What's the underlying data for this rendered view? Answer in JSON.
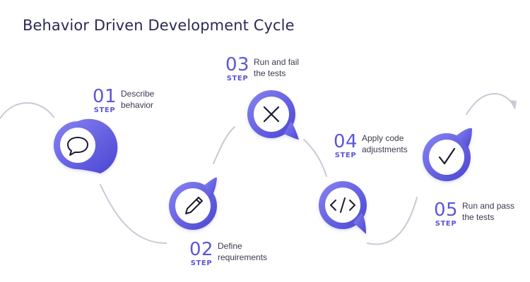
{
  "title": "Behavior Driven Development Cycle",
  "colors": {
    "accent": "#5b57d6",
    "pin_start": "#7b78f0",
    "pin_end": "#4f49d6",
    "path": "#c9c9d6",
    "text_dark": "#2c2a54"
  },
  "steps": [
    {
      "number": "01",
      "step_word": "STEP",
      "text_line1": "Describe",
      "text_line2": "behavior",
      "icon": "speech-bubble-icon"
    },
    {
      "number": "02",
      "step_word": "STEP",
      "text_line1": "Define",
      "text_line2": "requirements",
      "icon": "pencil-icon"
    },
    {
      "number": "03",
      "step_word": "STEP",
      "text_line1": "Run and fail",
      "text_line2": "the tests",
      "icon": "x-mark-icon"
    },
    {
      "number": "04",
      "step_word": "STEP",
      "text_line1": "Apply code",
      "text_line2": "adjustments",
      "icon": "code-icon"
    },
    {
      "number": "05",
      "step_word": "STEP",
      "text_line1": "Run and pass",
      "text_line2": "the tests",
      "icon": "checkmark-icon"
    }
  ]
}
